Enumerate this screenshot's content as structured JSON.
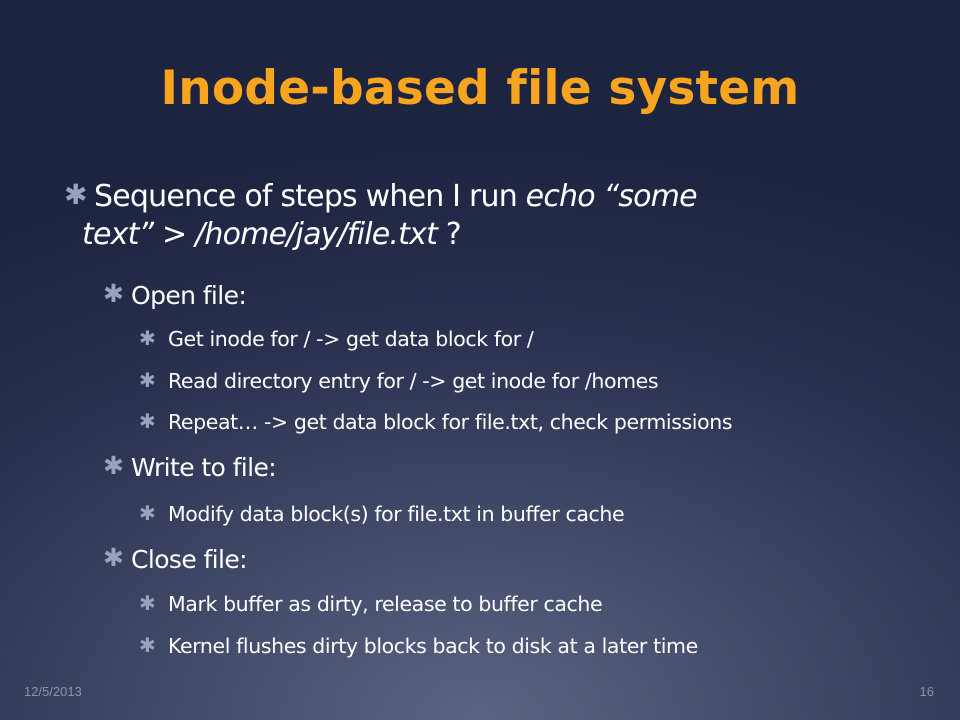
{
  "slide": {
    "title": "Inode-based file system",
    "bullet_star": "✱",
    "main_bullet": {
      "line1_prefix": "Sequence of steps when I run ",
      "line1_italic": "echo “some",
      "line2_italic": "text” > /home/jay/file.txt",
      "line2_suffix": " ?"
    },
    "sections": [
      {
        "label": "Open file:",
        "items": [
          "Get inode for / -> get data block for /",
          "Read directory entry for / -> get inode for /homes",
          "Repeat… -> get data block for file.txt, check permissions"
        ]
      },
      {
        "label": "Write to file:",
        "items": [
          "Modify data block(s) for file.txt in buffer cache"
        ]
      },
      {
        "label": "Close file:",
        "items": [
          "Mark buffer as dirty, release to buffer cache",
          "Kernel flushes dirty blocks back to disk at a later time"
        ]
      }
    ]
  },
  "footer": {
    "date": "12/5/2013",
    "page_number": "16"
  },
  "colors": {
    "title": "#f7a51e",
    "text": "#ffffff",
    "bullet": "#9aa3bd",
    "footer": "#8b92aa"
  }
}
